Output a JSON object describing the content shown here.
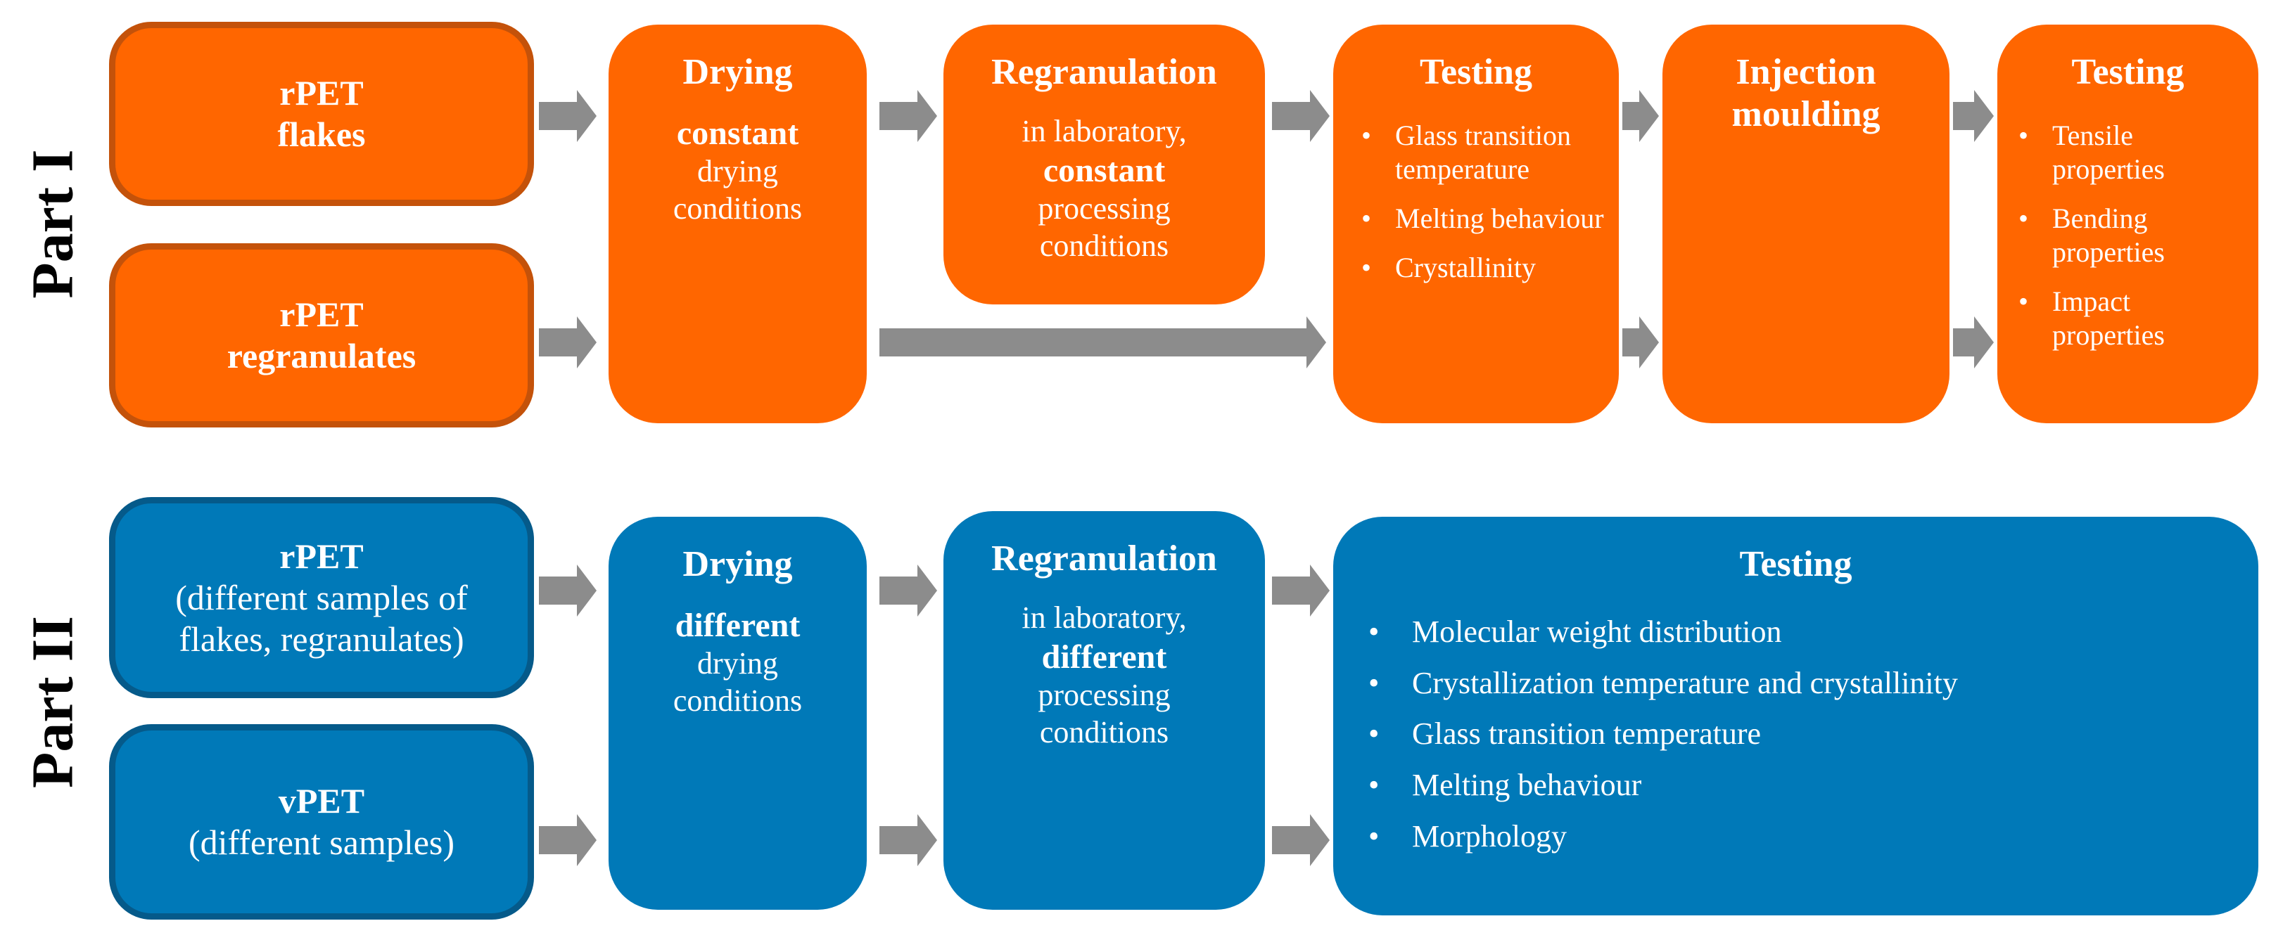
{
  "colors": {
    "part1": "#ff6600",
    "part1_border": "#c4520a",
    "part2": "#0079b8",
    "part2_border": "#055a8a",
    "arrow": "#8c8c8c"
  },
  "part1": {
    "label": "Part I",
    "input1": {
      "title": "rPET",
      "subtitle": "flakes"
    },
    "input2": {
      "title": "rPET",
      "subtitle": "regranulates"
    },
    "drying": {
      "title": "Drying",
      "emph": "constant",
      "text": "drying conditions"
    },
    "regranulation": {
      "title": "Regranulation",
      "text1": "in laboratory,",
      "emph": "constant",
      "text2": "processing conditions"
    },
    "testing1": {
      "title": "Testing",
      "items": [
        "Glass transition temperature",
        "Melting behaviour",
        "Crystallinity"
      ]
    },
    "injection": {
      "title": "Injection moulding"
    },
    "testing2": {
      "title": "Testing",
      "items": [
        "Tensile properties",
        "Bending properties",
        "Impact properties"
      ]
    }
  },
  "part2": {
    "label": "Part II",
    "input1": {
      "title": "rPET",
      "subtitle": "(different samples of flakes, regranulates)"
    },
    "input2": {
      "title": "vPET",
      "subtitle": "(different samples)"
    },
    "drying": {
      "title": "Drying",
      "emph": "different",
      "text": "drying conditions"
    },
    "regranulation": {
      "title": "Regranulation",
      "text1": "in laboratory,",
      "emph": "different",
      "text2": "processing conditions"
    },
    "testing": {
      "title": "Testing",
      "items": [
        "Molecular weight distribution",
        "Crystallization temperature and crystallinity",
        "Glass transition temperature",
        "Melting behaviour",
        "Morphology"
      ]
    }
  }
}
